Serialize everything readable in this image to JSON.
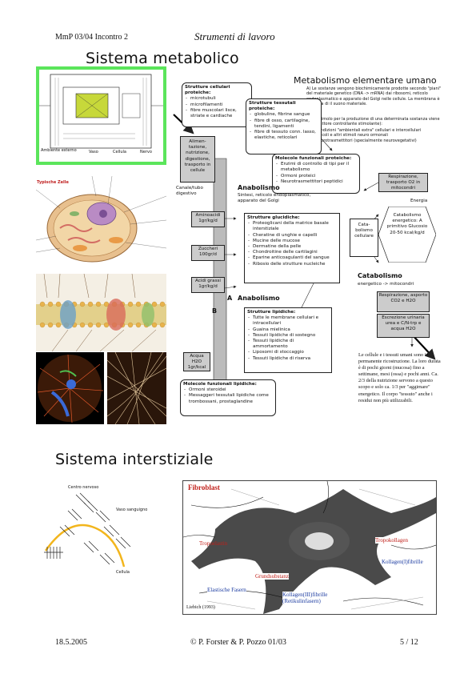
{
  "header": {
    "left": "MmP 03/04  Incontro 2",
    "title": "Strumenti di lavoro"
  },
  "sections": {
    "metabolic_title": "Sistema metabolico",
    "interstitial_title": "Sistema interstiziale"
  },
  "diagram": {
    "title": "Metabolismo elementare umano",
    "intro_a": "A) Le sostanze vengono biochimicamente prodotte secondo \"piani\" del materiale genetico (DNA -> mRNA) dai ribosomi, reticolo endoplasmatico e apparato del Golgi nelle cellule. La membrana è selettiva di il suono materiale.",
    "intro_b": "B) Lo stimolo per la produzione di una determinata sostanza viene dato (fattore controllante stimolante):",
    "intro_b_items": [
      "da condizioni \"ambientali extra\" cellulari e intercellulari",
      "da vincoli e altri stimoli neuro ormonali",
      "da neurotrasmettitori (specialmente neurovegetativi)"
    ],
    "strutture_cellulari": {
      "title": "Strutture cellulari proteiche:",
      "items": [
        "microtubuli",
        "microfilamenti",
        "fibre muscolari lisce, striate e cardiache"
      ]
    },
    "strutture_tessutali": {
      "title": "Strutture tessutali proteiche:",
      "items": [
        "globuline, fibrine sangue",
        "fibre di osso, cartilagine, tendini, ligamenti",
        "fibre di tessuto conn. lasso, elastiche, reticolari"
      ]
    },
    "molecole_proteiche": {
      "title": "Molecole funzionali proteiche:",
      "items": [
        "Enzimi di controllo di tipi per il metabolismo",
        "Ormoni proteici",
        "Neurotrasmettitori peptidici"
      ]
    },
    "alimentazione": "Alimen- tazione, nutrizione, digestione, trasporto in cellule",
    "canale_digestivo": "Canale/tubo digestivo",
    "anabolismo_1_title": "Anabolismo",
    "anabolismo_1_text": "Sintesi, reticolo endoplasmatico, apparato del Golgi",
    "aminoacidi": "Aminoacidi 1gr/kg/d",
    "zuccheri": "Zuccheri 100gr/d",
    "acidi_grassi": "Acidi grassi 1gr/kg/d",
    "b_label": "B",
    "a_label": "A",
    "acqua": "Acqua H2O 1gr/kcal",
    "strutture_glucidiche": {
      "title": "Strutture glucidiche:",
      "items": [
        "Proteoglicani della matrice basale interstiziale",
        "Cheratine di unghie e capelli",
        "Mucine delle mucose",
        "Dermatine della pelle",
        "Chondroitine delle cartilagini",
        "Eparine anticoagulanti del sangue",
        "Ribosio delle strutture nucleiche"
      ]
    },
    "anabolismo_2_title": "Anabolismo",
    "strutture_lipidiche": {
      "title": "Strutture lipidiche:",
      "items": [
        "Tutte le membrane cellulari e intracellulari",
        "Guaina mielinica",
        "Tessuti lipidiche di sostegno",
        "Tessuti lipidiche di ammortamento",
        "Liposomi di stoccaggio",
        "Tessuti lipidiche di riserva"
      ]
    },
    "molecole_lipidiche": {
      "title": "Molecole funzionali lipidiche:",
      "items": [
        "Ormoni steroidei",
        "Messaggeri tessutali lipidiche come trombossani, prostaglandine"
      ]
    },
    "catabolismo_cellulare": "Cata- bolismo cellulare",
    "respirazione_1": "Respirazione, trasporto O2 in mitocondri",
    "energia": "Energia",
    "catabolismo_energetico": "Catabolismo energetico: A primitivo Glucosio 20-50 kcal/kg/d",
    "catabolismo_title": "Catabolismo",
    "catabolismo_text": "energetico -> mitocondri",
    "respirazione_2": "Respirazione, asporto CO2 e H2O",
    "escrezione": "Escrezione urinaria urea e C/N-trp e acqua H2O",
    "note": "Le cellule e i tessuti umani sono in permanente ricostruzione. La loro durata è di pochi giorni (mucosa) fino a settimane, mesi (ossa) e pochi anni. Ca. 2/3 della nutrizione servono a questo scopo e solo ca. 1/3 per \"aggirnare\" energetico. Il corpo \"tessuto\" anche i residui non più utilizzabili."
  },
  "cell_image": {
    "label": "Typische Zelle"
  },
  "schema_image": {
    "labels": [
      "Ambiente esterno",
      "Vaso",
      "Cellula",
      "Nervo"
    ]
  },
  "interstitial_schema": {
    "labels": [
      "Centro nervoso",
      "Vaso sanguigno",
      "Cellula"
    ]
  },
  "fibroblast": {
    "title": "Fibroblast",
    "labels": [
      "Tropoelastin",
      "Tropokollagen",
      "Grundsubstanz",
      "Kollagen(I)fibrille",
      "Elastische Fasern",
      "Kollagen(III)fibrille (Retikulinfasern)"
    ],
    "credit": "Liebich (1993)"
  },
  "footer": {
    "date": "18.5.2005",
    "authors": "© P. Forster & P. Pozzo 01/03",
    "page": "5 / 12"
  }
}
